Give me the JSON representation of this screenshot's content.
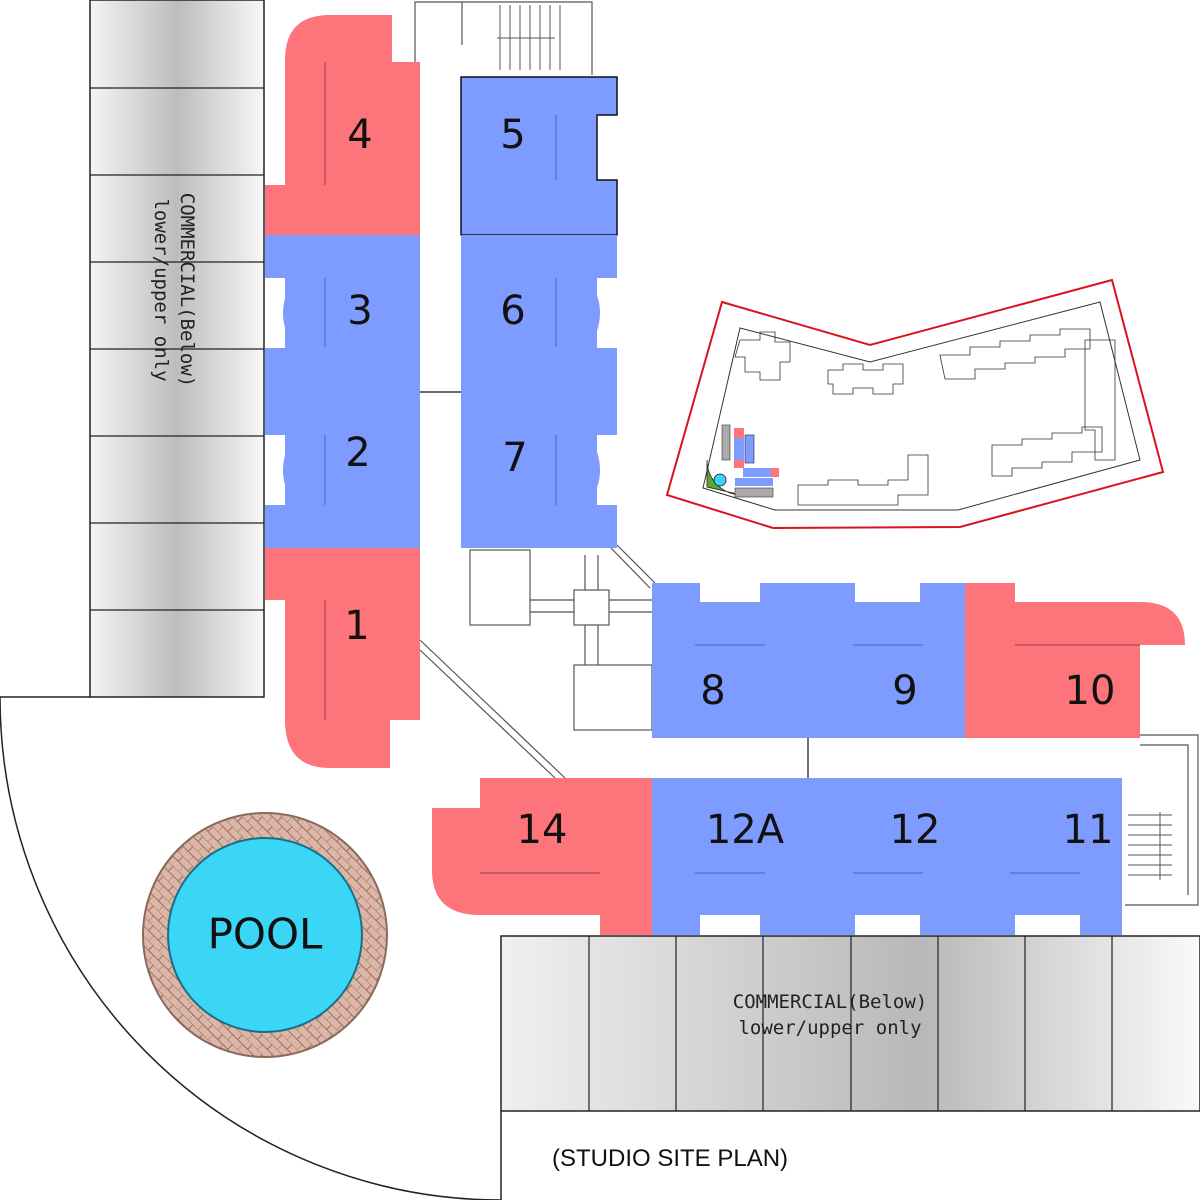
{
  "title": "(STUDIO SITE PLAN)",
  "colors": {
    "studio_red": "#fd747b",
    "studio_blue": "#7e9cff",
    "pool": "#3bd6f6",
    "pool_deck": "#d9b2a2",
    "boundary": "#d9141e",
    "commercial_gray": "#c8c8c8"
  },
  "units": [
    {
      "id": "1",
      "label": "1",
      "type": "red"
    },
    {
      "id": "2",
      "label": "2",
      "type": "blue"
    },
    {
      "id": "3",
      "label": "3",
      "type": "blue"
    },
    {
      "id": "4",
      "label": "4",
      "type": "red"
    },
    {
      "id": "5",
      "label": "5",
      "type": "blue"
    },
    {
      "id": "6",
      "label": "6",
      "type": "blue"
    },
    {
      "id": "7",
      "label": "7",
      "type": "blue"
    },
    {
      "id": "8",
      "label": "8",
      "type": "blue"
    },
    {
      "id": "9",
      "label": "9",
      "type": "blue"
    },
    {
      "id": "10",
      "label": "10",
      "type": "red"
    },
    {
      "id": "11",
      "label": "11",
      "type": "blue"
    },
    {
      "id": "12",
      "label": "12",
      "type": "blue"
    },
    {
      "id": "12A",
      "label": "12A",
      "type": "blue"
    },
    {
      "id": "14",
      "label": "14",
      "type": "red"
    }
  ],
  "commercial": {
    "line1": "COMMERCIAL(Below)",
    "line2": "lower/upper only"
  },
  "pool": {
    "label": "POOL"
  }
}
